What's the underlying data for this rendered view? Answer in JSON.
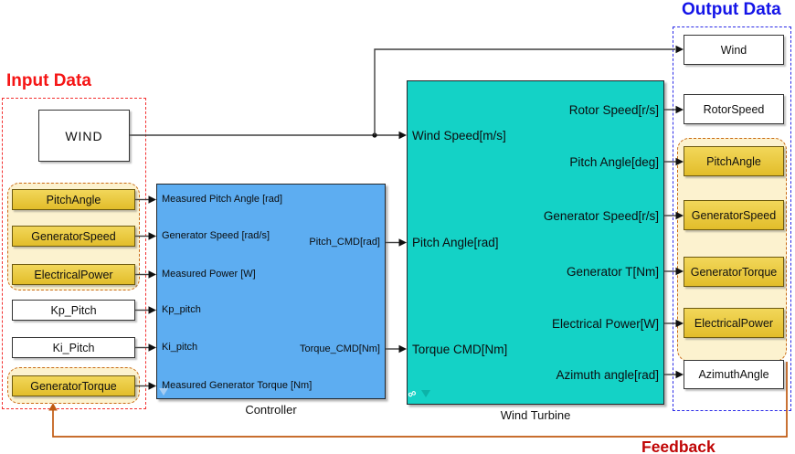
{
  "titles": {
    "input_data": "Input Data",
    "output_data": "Output Data",
    "feedback": "Feedback"
  },
  "sources": [
    {
      "label": "WIND"
    },
    {
      "label": "PitchAngle"
    },
    {
      "label": "GeneratorSpeed"
    },
    {
      "label": "ElectricalPower"
    },
    {
      "label": "Kp_Pitch"
    },
    {
      "label": "Ki_Pitch"
    },
    {
      "label": "GeneratorTorque"
    }
  ],
  "controller": {
    "label": "Controller",
    "inputs": [
      "Measured Pitch Angle [rad]",
      "Generator Speed [rad/s]",
      "Measured Power [W]",
      "Kp_pitch",
      "Ki_pitch",
      "Measured Generator Torque [Nm]"
    ],
    "outputs": [
      "Pitch_CMD[rad]",
      "Torque_CMD[Nm]"
    ]
  },
  "wind_turbine": {
    "label": "Wind Turbine",
    "inputs": [
      "Wind Speed[m/s]",
      "Pitch Angle[rad]",
      "Torque CMD[Nm]"
    ],
    "outputs": [
      "Rotor Speed[r/s]",
      "Pitch Angle[deg]",
      "Generator Speed[r/s]",
      "Generator T[Nm]",
      "Electrical Power[W]",
      "Azimuth angle[rad]"
    ]
  },
  "sinks": [
    {
      "label": "Wind"
    },
    {
      "label": "RotorSpeed"
    },
    {
      "label": "PitchAngle"
    },
    {
      "label": "GeneratorSpeed"
    },
    {
      "label": "GeneratorTorque"
    },
    {
      "label": "ElectricalPower"
    },
    {
      "label": "AzimuthAngle"
    }
  ],
  "icons": {
    "controller_badge": "subsystem-down-arrow",
    "turbine_badges": [
      "library-link-chain",
      "subsystem-down-arrow"
    ]
  },
  "colors": {
    "controller_fill": "#5dadf1",
    "turbine_fill": "#14d2c6",
    "yellow_top": "#f2d75a",
    "yellow_bottom": "#e2bd2a",
    "group_bg": "#fcf2cf",
    "group_border": "#c96a15",
    "red_box": "#f33030",
    "blue_box": "#2a2ae8",
    "input_title": "#f51515",
    "output_title": "#1414e8",
    "feedback_title": "#c00505",
    "feedback": "#c05a11",
    "wire": "#3f3f3f"
  }
}
